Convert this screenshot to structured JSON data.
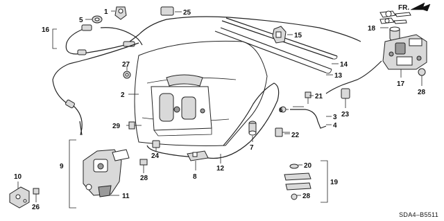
{
  "diagram": {
    "code": "SDA4–B5511",
    "direction_label": "FR.",
    "callouts": {
      "c1": "1",
      "c2": "2",
      "c3": "3",
      "c4": "4",
      "c5": "5",
      "c6": "6",
      "c7": "7",
      "c8": "8",
      "c9": "9",
      "c10": "10",
      "c11": "11",
      "c12": "12",
      "c13": "13",
      "c14": "14",
      "c15": "15",
      "c16": "16",
      "c17": "17",
      "c18": "18",
      "c19": "19",
      "c20": "20",
      "c21": "21",
      "c22": "22",
      "c23": "23",
      "c24": "24",
      "c25": "25",
      "c26": "26",
      "c27": "27",
      "c28a": "28",
      "c28b": "28",
      "c28c": "28",
      "c29": "29"
    }
  }
}
